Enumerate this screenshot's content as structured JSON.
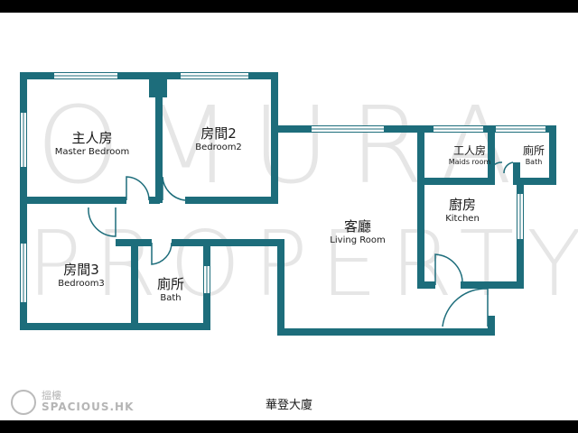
{
  "colors": {
    "wall": "#1d6d7b",
    "window": "#ffffff",
    "background": "#ffffff"
  },
  "watermark": {
    "line1": "OMURA",
    "line2": "PROPERTY"
  },
  "rooms": {
    "master_bedroom": {
      "zh": "主人房",
      "en": "Master Bedroom"
    },
    "bedroom2": {
      "zh": "房間2",
      "en": "Bedroom2"
    },
    "bedroom3": {
      "zh": "房間3",
      "en": "Bedroom3"
    },
    "bath_left": {
      "zh": "廁所",
      "en": "Bath"
    },
    "living_room": {
      "zh": "客廳",
      "en": "Living Room"
    },
    "kitchen": {
      "zh": "廚房",
      "en": "Kitchen"
    },
    "maids_room": {
      "zh": "工人房",
      "en": "Maids room"
    },
    "bath_right": {
      "zh": "廁所",
      "en": "Bath"
    }
  },
  "building_name": "華登大廈",
  "logo": {
    "icon": "spacious-logo-icon",
    "zh": "搵樓",
    "en": "SPACIOUS.HK"
  }
}
